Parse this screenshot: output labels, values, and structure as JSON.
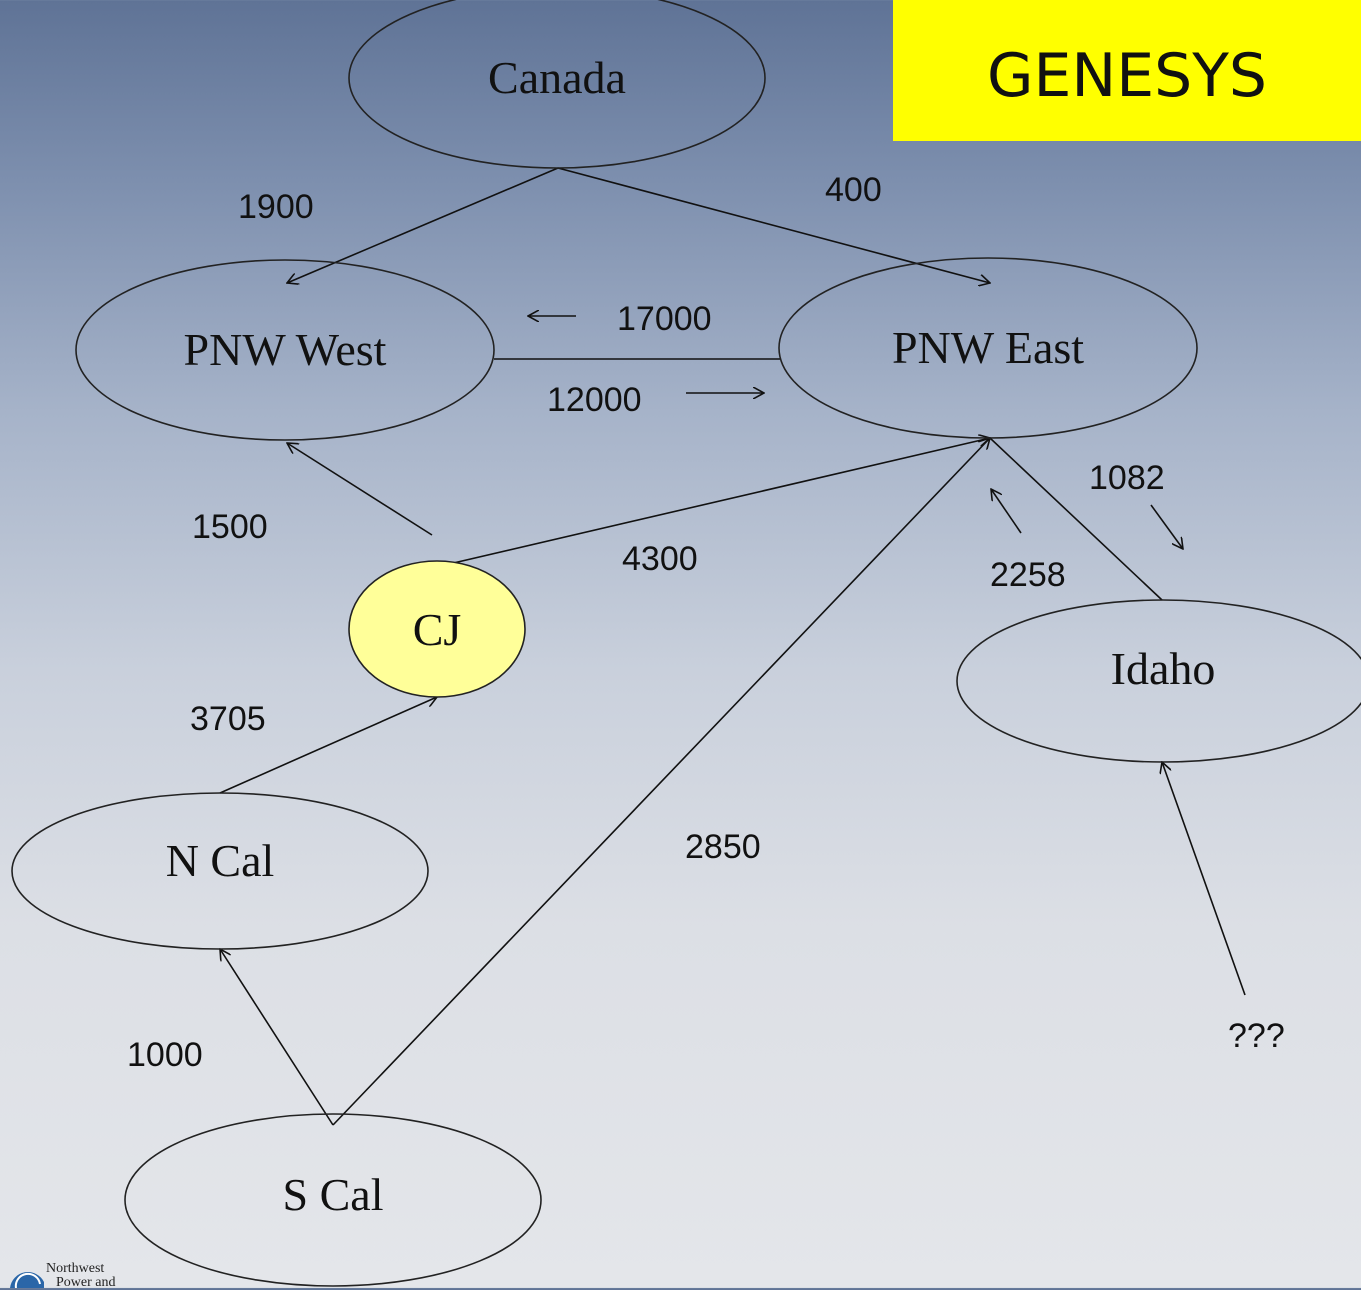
{
  "title": "GENESYS",
  "nodes": {
    "canada": "Canada",
    "pnw_west": "PNW West",
    "pnw_east": "PNW East",
    "cj": "CJ",
    "idaho": "Idaho",
    "n_cal": "N Cal",
    "s_cal": "S Cal"
  },
  "flows": {
    "canada_to_west": "1900",
    "canada_to_east": "400",
    "east_to_west": "17000",
    "west_to_east": "12000",
    "cj_to_west": "1500",
    "cj_to_east": "4300",
    "east_to_idaho": "1082",
    "idaho_to_east": "2258",
    "ncal_to_cj": "3705",
    "scal_to_east": "2850",
    "scal_to_ncal": "1000",
    "unknown_to_idaho": "???"
  },
  "colors": {
    "title_bg": "#ffff00",
    "cj_fill": "#ffff99"
  },
  "logo": {
    "text_line1": "Northwest",
    "text_line2": "Power and"
  }
}
